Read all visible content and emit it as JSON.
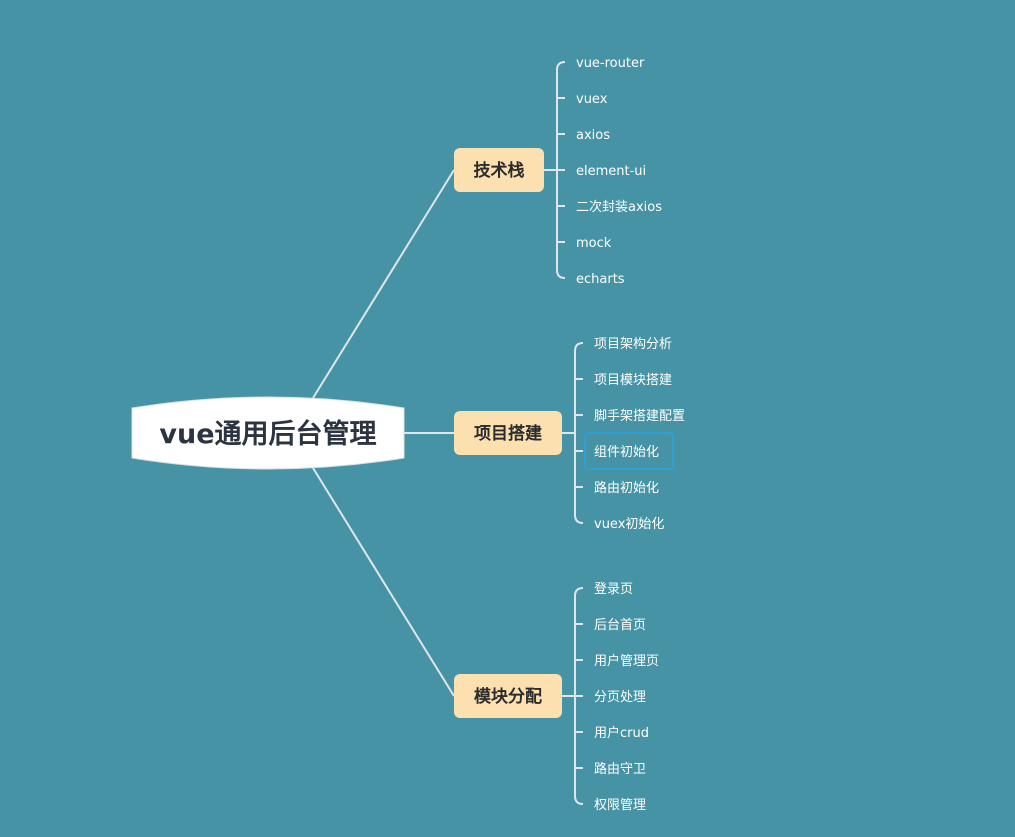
{
  "colors": {
    "background": "#4793a6",
    "topic_fill": "#fde0b0",
    "root_fill": "#ffffff",
    "selection": "#2f9fd6"
  },
  "root": {
    "label": "vue通用后台管理"
  },
  "topics": [
    {
      "label": "技术栈",
      "children": [
        "vue-router",
        "vuex",
        "axios",
        "element-ui",
        "二次封装axios",
        "mock",
        "echarts"
      ]
    },
    {
      "label": "项目搭建",
      "children": [
        "项目架构分析",
        "项目模块搭建",
        "脚手架搭建配置",
        "组件初始化",
        "路由初始化",
        "vuex初始化"
      ],
      "selected_child": 3
    },
    {
      "label": "模块分配",
      "children": [
        "登录页",
        "后台首页",
        "用户管理页",
        "分页处理",
        "用户crud",
        "路由守卫",
        "权限管理"
      ]
    }
  ]
}
